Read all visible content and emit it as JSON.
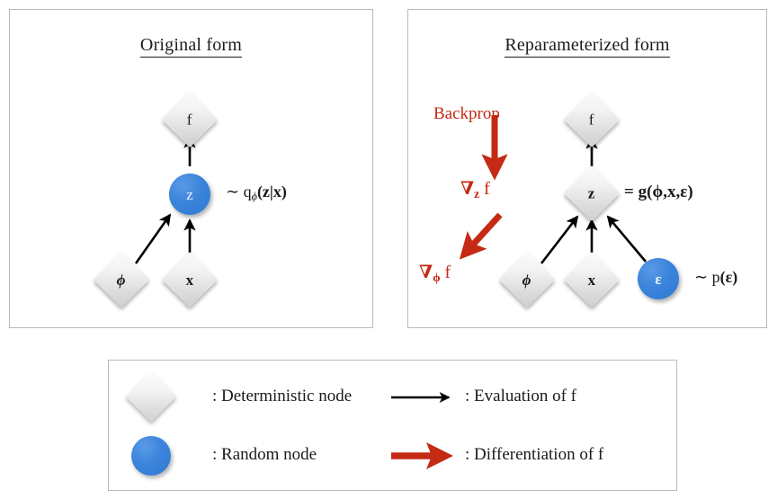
{
  "figure": {
    "panels": {
      "left": {
        "title": "Original form",
        "nodes": [
          {
            "id": "f",
            "label": "f",
            "shape": "diamond"
          },
          {
            "id": "z",
            "label": "z",
            "shape": "circle"
          },
          {
            "id": "phi",
            "label": "ϕ",
            "shape": "diamond"
          },
          {
            "id": "x",
            "label": "x",
            "shape": "diamond"
          }
        ],
        "annotations": [
          {
            "id": "z-dist",
            "tilde": "∼",
            "base": "q",
            "sub": "ϕ",
            "arg": "(z|x)"
          }
        ],
        "edges": [
          {
            "from": "z",
            "to": "f"
          },
          {
            "from": "phi",
            "to": "z"
          },
          {
            "from": "x",
            "to": "z"
          }
        ]
      },
      "right": {
        "title": "Reparameterized form",
        "nodes": [
          {
            "id": "f",
            "label": "f",
            "shape": "diamond"
          },
          {
            "id": "z",
            "label": "z",
            "shape": "diamond"
          },
          {
            "id": "phi",
            "label": "ϕ",
            "shape": "diamond"
          },
          {
            "id": "x",
            "label": "x",
            "shape": "diamond"
          },
          {
            "id": "eps",
            "label": "ε",
            "shape": "circle"
          }
        ],
        "annotations": [
          {
            "id": "backprop",
            "text": "Backprop"
          },
          {
            "id": "grad-z",
            "nabla": "∇",
            "sub": "z",
            "fn": "f"
          },
          {
            "id": "grad-phi",
            "nabla": "∇",
            "sub": "ϕ",
            "fn": "f"
          },
          {
            "id": "z-def",
            "text": "= g(ϕ,x,ε)"
          },
          {
            "id": "eps-dist",
            "tilde": "∼",
            "base": "p",
            "arg": "(ε)"
          }
        ],
        "edges": [
          {
            "from": "z",
            "to": "f"
          },
          {
            "from": "phi",
            "to": "z"
          },
          {
            "from": "x",
            "to": "z"
          },
          {
            "from": "eps",
            "to": "z"
          }
        ]
      }
    },
    "legend": {
      "items": [
        {
          "symbol": "diamond",
          "text": ": Deterministic node"
        },
        {
          "symbol": "circle",
          "text": ": Random node"
        },
        {
          "symbol": "black-arrow",
          "text": ": Evaluation of f"
        },
        {
          "symbol": "red-arrow",
          "text": ": Differentiation of f"
        }
      ]
    },
    "colors": {
      "random_node_blue": "#3b84db",
      "deterministic_node_gray": "#dedede",
      "differentiation_red": "#c42a14",
      "evaluation_black": "#000000",
      "panel_border": "#b9b9c0"
    }
  }
}
